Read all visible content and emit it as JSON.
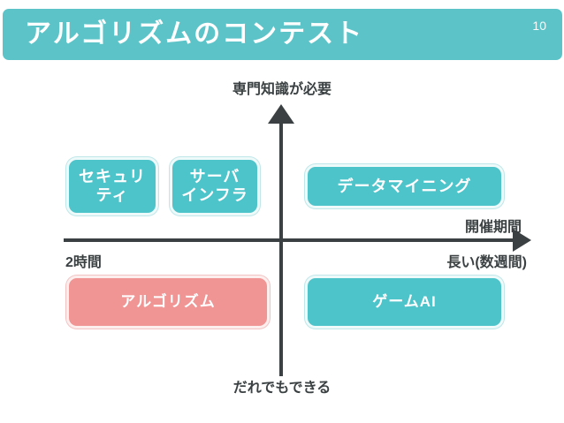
{
  "slide": {
    "title": "アルゴリズムのコンテスト",
    "page_number": "10",
    "background_color": "#ffffff",
    "banner_color": "#5cc4c8"
  },
  "axes": {
    "vertical": {
      "top_label": "専門知識が必要",
      "bottom_label": "だれでもできる",
      "color": "#3b4142"
    },
    "horizontal": {
      "name_label": "開催期間",
      "left_value_label": "2時間",
      "right_value_label": "長い(数週間)",
      "color": "#3b4142"
    }
  },
  "boxes": [
    {
      "id": "security",
      "label": "セキュリ\nティ",
      "color": "#4dc3ca",
      "quadrant": "top-left"
    },
    {
      "id": "server",
      "label": "サーバ\nインフラ",
      "color": "#4dc3ca",
      "quadrant": "top-left"
    },
    {
      "id": "datamining",
      "label": "データマイニング",
      "color": "#4dc3ca",
      "quadrant": "top-right"
    },
    {
      "id": "algorithm",
      "label": "アルゴリズム",
      "color": "#f09494",
      "quadrant": "bottom-left"
    },
    {
      "id": "gameai",
      "label": "ゲームAI",
      "color": "#4dc3ca",
      "quadrant": "bottom-right"
    }
  ],
  "chart_data": {
    "type": "scatter",
    "title": "アルゴリズムのコンテスト",
    "xlabel": "開催期間",
    "ylabel": "専門知識が必要",
    "xticklabels": [
      "2時間",
      "長い(数週間)"
    ],
    "yticklabels": [
      "だれでもできる",
      "専門知識が必要"
    ],
    "grid": false,
    "legend": "none",
    "points": [
      {
        "label": "セキュリティ",
        "x": "短い",
        "y": "高い",
        "quadrant": "top-left"
      },
      {
        "label": "サーバインフラ",
        "x": "短い",
        "y": "高い",
        "quadrant": "top-left"
      },
      {
        "label": "データマイニング",
        "x": "長い",
        "y": "高い",
        "quadrant": "top-right"
      },
      {
        "label": "アルゴリズム",
        "x": "短い",
        "y": "低い",
        "quadrant": "bottom-left"
      },
      {
        "label": "ゲームAI",
        "x": "長い",
        "y": "低い",
        "quadrant": "bottom-right"
      }
    ]
  }
}
